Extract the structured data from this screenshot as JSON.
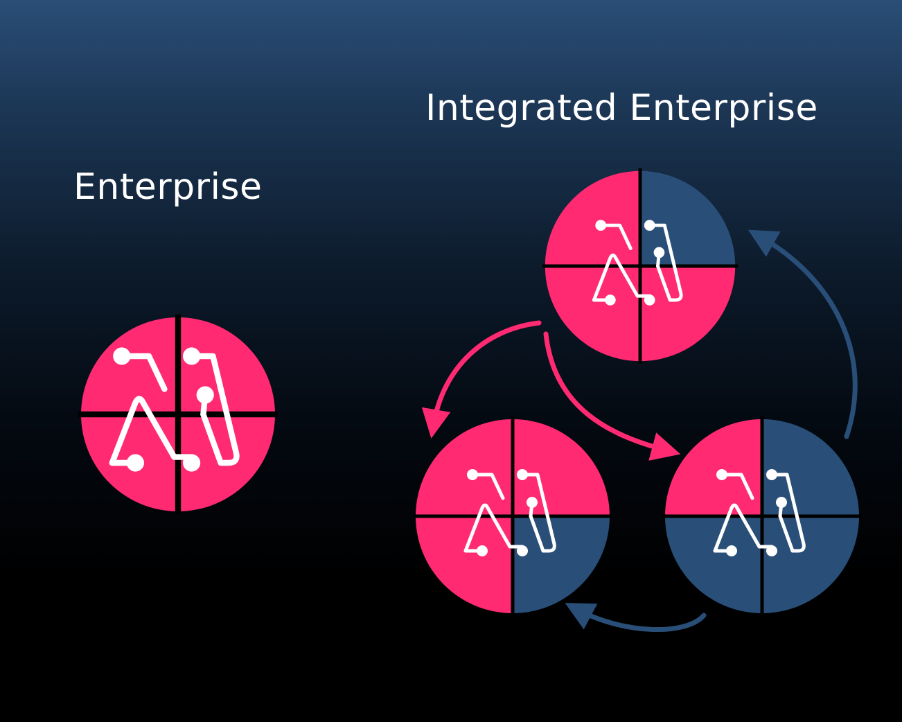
{
  "titles": {
    "single": "Enterprise",
    "integrated": "Integrated Enterprise"
  },
  "colors": {
    "pink": "#ff2a72",
    "navy": "#294f79",
    "white": "#ffffff"
  },
  "logos": [
    {
      "id": "enterprise-logo",
      "quadrants": [
        "pink",
        "pink",
        "pink",
        "pink"
      ]
    },
    {
      "id": "integrated-logo-top",
      "quadrants": [
        "pink",
        "navy",
        "pink",
        "pink"
      ]
    },
    {
      "id": "integrated-logo-bottom-left",
      "quadrants": [
        "pink",
        "pink",
        "pink",
        "navy"
      ]
    },
    {
      "id": "integrated-logo-bottom-right",
      "quadrants": [
        "pink",
        "navy",
        "navy",
        "navy"
      ]
    }
  ],
  "quadrant_order": [
    "top-left",
    "top-right",
    "bottom-left",
    "bottom-right"
  ],
  "arrows": [
    {
      "from": "integrated-logo-top",
      "to": "integrated-logo-bottom-left",
      "color": "pink"
    },
    {
      "from": "integrated-logo-top",
      "to": "integrated-logo-bottom-right",
      "color": "pink"
    },
    {
      "from": "integrated-logo-bottom-right",
      "to": "integrated-logo-bottom-left",
      "color": "navy"
    },
    {
      "from": "integrated-logo-bottom-right",
      "to": "integrated-logo-top",
      "color": "navy"
    }
  ]
}
